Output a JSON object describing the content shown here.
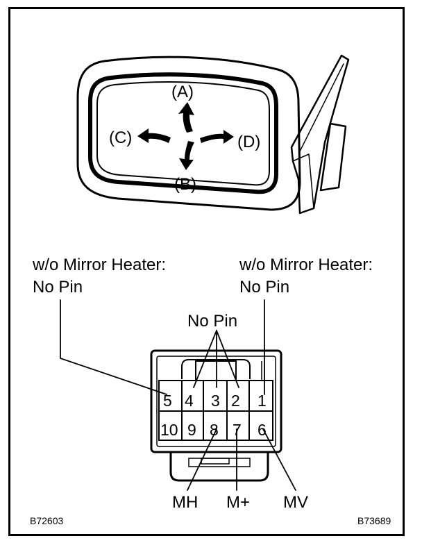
{
  "mirror": {
    "directions": {
      "up": "(A)",
      "down": "(B)",
      "left": "(C)",
      "right": "(D)"
    }
  },
  "notes": {
    "left": {
      "line1": "w/o Mirror Heater:",
      "line2": "No Pin"
    },
    "right": {
      "line1": "w/o Mirror Heater:",
      "line2": "No Pin"
    },
    "center": "No Pin"
  },
  "connector": {
    "top_row": [
      "5",
      "4",
      "3",
      "2",
      "1"
    ],
    "bottom_row": [
      "10",
      "9",
      "8",
      "7",
      "6"
    ]
  },
  "terminals": {
    "mh": "MH",
    "mplus": "M+",
    "mv": "MV"
  },
  "codes": {
    "left": "B72603",
    "right": "B73689"
  }
}
